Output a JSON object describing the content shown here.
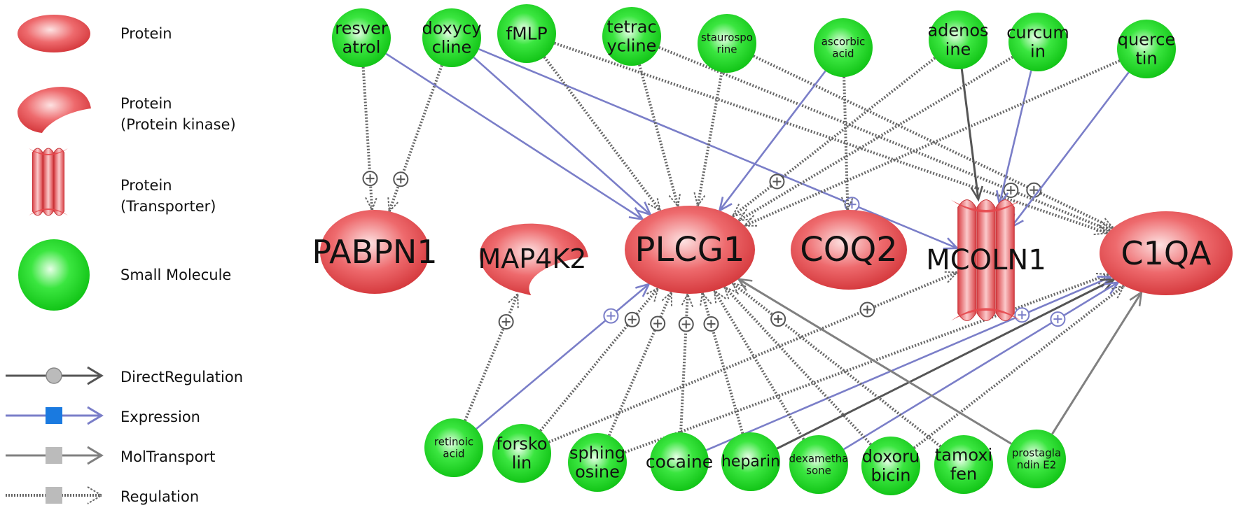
{
  "colors": {
    "protein": "#e8474b",
    "molecule": "#19d81e",
    "direct": "#555555",
    "expression": "#7a7ec8",
    "moltransport": "#808080",
    "regulation": "#666666",
    "expressionMarker": "#1a7ae0"
  },
  "legend": {
    "protein": "Protein",
    "kinase": [
      "Protein",
      "(Protein kinase)"
    ],
    "transporter": [
      "Protein",
      "(Transporter)"
    ],
    "molecule": "Small Molecule",
    "direct": "DirectRegulation",
    "expression": "Expression",
    "moltransport": "MolTransport",
    "regulation": "Regulation"
  },
  "nodes": [
    {
      "id": "PABPN1",
      "kind": "protein",
      "label": [
        "PABPN1"
      ]
    },
    {
      "id": "MAP4K2",
      "kind": "kinase",
      "label": [
        "MAP4K2"
      ]
    },
    {
      "id": "PLCG1",
      "kind": "protein",
      "label": [
        "PLCG1"
      ]
    },
    {
      "id": "COQ2",
      "kind": "protein",
      "label": [
        "COQ2"
      ]
    },
    {
      "id": "MCOLN1",
      "kind": "transporter",
      "label": [
        "MCOLN1"
      ]
    },
    {
      "id": "C1QA",
      "kind": "protein",
      "label": [
        "C1QA"
      ]
    },
    {
      "id": "resveratrol",
      "kind": "molecule",
      "label": [
        "resver",
        "atrol"
      ]
    },
    {
      "id": "doxycycline",
      "kind": "molecule",
      "label": [
        "doxycy",
        "cline"
      ]
    },
    {
      "id": "fMLP",
      "kind": "molecule",
      "label": [
        "fMLP"
      ]
    },
    {
      "id": "tetracycline",
      "kind": "molecule",
      "label": [
        "tetrac",
        "ycline"
      ]
    },
    {
      "id": "staurosporine",
      "kind": "molecule",
      "label": [
        "staurospo",
        "rine"
      ]
    },
    {
      "id": "ascorbic",
      "kind": "molecule",
      "label": [
        "ascorbic",
        "acid"
      ]
    },
    {
      "id": "adenosine",
      "kind": "molecule",
      "label": [
        "adenos",
        "ine"
      ]
    },
    {
      "id": "curcumin",
      "kind": "molecule",
      "label": [
        "curcum",
        "in"
      ]
    },
    {
      "id": "quercetin",
      "kind": "molecule",
      "label": [
        "querce",
        "tin"
      ]
    },
    {
      "id": "retinoic",
      "kind": "molecule",
      "label": [
        "retinoic",
        "acid"
      ]
    },
    {
      "id": "forskolin",
      "kind": "molecule",
      "label": [
        "forsko",
        "lin"
      ]
    },
    {
      "id": "sphingosine",
      "kind": "molecule",
      "label": [
        "sphing",
        "osine"
      ]
    },
    {
      "id": "cocaine",
      "kind": "molecule",
      "label": [
        "cocaine"
      ]
    },
    {
      "id": "heparin",
      "kind": "molecule",
      "label": [
        "heparin"
      ]
    },
    {
      "id": "dexamethasone",
      "kind": "molecule",
      "label": [
        "dexametha",
        "sone"
      ]
    },
    {
      "id": "doxorubicin",
      "kind": "molecule",
      "label": [
        "doxoru",
        "bicin"
      ]
    },
    {
      "id": "tamoxifen",
      "kind": "molecule",
      "label": [
        "tamoxi",
        "fen"
      ]
    },
    {
      "id": "prostaglandin",
      "kind": "molecule",
      "label": [
        "prostagla",
        "ndin E2"
      ]
    }
  ],
  "edges": [
    {
      "from": "resveratrol",
      "to": "PABPN1",
      "type": "regulation",
      "plus": true
    },
    {
      "from": "doxycycline",
      "to": "PABPN1",
      "type": "regulation",
      "plus": true
    },
    {
      "from": "resveratrol",
      "to": "PLCG1",
      "type": "expression",
      "plus": false
    },
    {
      "from": "doxycycline",
      "to": "PLCG1",
      "type": "expression",
      "plus": false
    },
    {
      "from": "doxycycline",
      "to": "MCOLN1",
      "type": "expression",
      "plus": true
    },
    {
      "from": "fMLP",
      "to": "PLCG1",
      "type": "regulation",
      "plus": false
    },
    {
      "from": "fMLP",
      "to": "C1QA",
      "type": "regulation",
      "plus": false
    },
    {
      "from": "tetracycline",
      "to": "PLCG1",
      "type": "regulation",
      "plus": false
    },
    {
      "from": "tetracycline",
      "to": "C1QA",
      "type": "regulation",
      "plus": true
    },
    {
      "from": "staurosporine",
      "to": "PLCG1",
      "type": "regulation",
      "plus": false
    },
    {
      "from": "staurosporine",
      "to": "C1QA",
      "type": "regulation",
      "plus": true
    },
    {
      "from": "ascorbic",
      "to": "PLCG1",
      "type": "expression",
      "plus": false
    },
    {
      "from": "ascorbic",
      "to": "COQ2",
      "type": "regulation",
      "plus": false
    },
    {
      "from": "adenosine",
      "to": "PLCG1",
      "type": "regulation",
      "plus": true
    },
    {
      "from": "adenosine",
      "to": "MCOLN1",
      "type": "direct",
      "plus": false
    },
    {
      "from": "curcumin",
      "to": "PLCG1",
      "type": "regulation",
      "plus": false
    },
    {
      "from": "curcumin",
      "to": "MCOLN1",
      "type": "expression",
      "plus": false
    },
    {
      "from": "quercetin",
      "to": "PLCG1",
      "type": "regulation",
      "plus": false
    },
    {
      "from": "quercetin",
      "to": "MCOLN1",
      "type": "expression",
      "plus": false
    },
    {
      "from": "retinoic",
      "to": "MAP4K2",
      "type": "regulation",
      "plus": true
    },
    {
      "from": "retinoic",
      "to": "PLCG1",
      "type": "expression",
      "plus": true
    },
    {
      "from": "forskolin",
      "to": "PLCG1",
      "type": "regulation",
      "plus": true
    },
    {
      "from": "forskolin",
      "to": "MCOLN1",
      "type": "regulation",
      "plus": true
    },
    {
      "from": "sphingosine",
      "to": "PLCG1",
      "type": "regulation",
      "plus": true
    },
    {
      "from": "sphingosine",
      "to": "C1QA",
      "type": "regulation",
      "plus": false
    },
    {
      "from": "cocaine",
      "to": "PLCG1",
      "type": "regulation",
      "plus": true
    },
    {
      "from": "cocaine",
      "to": "C1QA",
      "type": "expression",
      "plus": true
    },
    {
      "from": "heparin",
      "to": "PLCG1",
      "type": "regulation",
      "plus": true
    },
    {
      "from": "heparin",
      "to": "C1QA",
      "type": "direct",
      "plus": false
    },
    {
      "from": "dexamethasone",
      "to": "PLCG1",
      "type": "regulation",
      "plus": false
    },
    {
      "from": "dexamethasone",
      "to": "C1QA",
      "type": "expression",
      "plus": true
    },
    {
      "from": "doxorubicin",
      "to": "PLCG1",
      "type": "regulation",
      "plus": false
    },
    {
      "from": "doxorubicin",
      "to": "C1QA",
      "type": "regulation",
      "plus": false
    },
    {
      "from": "tamoxifen",
      "to": "PLCG1",
      "type": "regulation",
      "plus": true
    },
    {
      "from": "prostaglandin",
      "to": "PLCG1",
      "type": "moltransport",
      "plus": false
    },
    {
      "from": "prostaglandin",
      "to": "C1QA",
      "type": "moltransport",
      "plus": false
    }
  ]
}
